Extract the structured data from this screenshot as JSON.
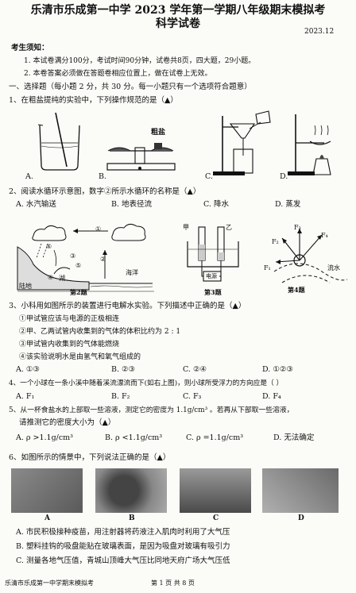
{
  "header": {
    "title_line1": "乐清市乐成第一中学 2023 学年第一学期八年级期末模拟考",
    "title_line2": "科学试卷",
    "date": "2023.12"
  },
  "notes": {
    "heading": "考生须知：",
    "items": [
      "1. 本试卷满分100分，考试时间90分钟，试卷共8页，四大题，29小题。",
      "2. 本卷答案必须做在答题卷相应位置上，做在试卷上无效。"
    ]
  },
  "section1": {
    "heading": "一、选择题（每小题 2 分，共 30 分。每一小题只有一个选项符合题意）"
  },
  "q1": {
    "stem": "1、在粗盐提纯的实验中，下列操作规范的是（▲）",
    "salt_label": "粗盐",
    "options": [
      "A.",
      "B.",
      "C.",
      "D."
    ]
  },
  "q2": {
    "stem": "2、阅读水循环示意图，数字②所示水循环的名称是（▲）",
    "options": [
      "A. 水汽输送",
      "B. 地表径流",
      "C. 降水",
      "D. 蒸发"
    ],
    "fig_labels": {
      "n1": "①",
      "n2": "②",
      "n3": "③",
      "n4": "④",
      "n5": "⑤",
      "n6": "⑥",
      "sea": "海洋",
      "lake": "湖",
      "land": "陆地",
      "caption": "第2题"
    }
  },
  "q3fig": {
    "jia": "甲",
    "yi": "乙",
    "power": "电源",
    "caption": "第3题"
  },
  "q4fig": {
    "f1": "F₁",
    "f2": "F₂",
    "f3": "F₃",
    "f4": "F₄",
    "water": "流水",
    "caption": "第4题"
  },
  "q3": {
    "stem": "3、小科用如图所示的装置进行电解水实验。下列描述中正确的是（▲）",
    "statements": [
      "①甲试管应该与电源的正极相连",
      "②甲、乙两试管内收集到的气体的体积比约为 2 : 1",
      "③甲试管内收集到的气体能燃烧",
      "④该实验说明水是由氢气和氧气组成的"
    ],
    "options": [
      "A. ①③",
      "B. ②③",
      "C. ②④",
      "D. ①②③"
    ]
  },
  "q4": {
    "stem": "4、一个小球在一条小溪中随着溪流漂流而下(如右上图)，则小球所受浮力的方向应是（    ）",
    "options": [
      "A. F₁",
      "B. F₂",
      "C. F₃",
      "D. F₄"
    ]
  },
  "q5": {
    "stem1": "5、从一杯食盐水的上部取一些溶液，测定它的密度为 1.1g/cm³ 。若再从下部取一些溶液，",
    "stem2": "请推测它的密度大小为（▲）",
    "options": [
      "A.  ρ >1.1g/cm³",
      "B.  ρ <1.1g/cm³",
      "C.  ρ =1.1g/cm³",
      "D.  无法确定"
    ]
  },
  "q6": {
    "stem": "6、如图所示的情景中，下列说法正确的是（▲）",
    "photo_labels": [
      "A",
      "B",
      "C",
      "D"
    ],
    "options": [
      "A. 市民积极接种疫苗，用注射器将药液注入肌肉时利用了大气压",
      "B. 塑料挂钩的吸盘能贴在玻璃表面，是因为吸盘对玻璃有吸引力",
      "C. 测量各地气压值，青城山顶峰大气压比同地天府广场大气压低"
    ]
  },
  "footer": {
    "left": "乐清市乐成第一中学期末模拟考",
    "page": "第 1 页 共 8 页"
  },
  "colors": {
    "ink": "#111111",
    "paper": "#fbfbf8",
    "photo": "#777777"
  }
}
